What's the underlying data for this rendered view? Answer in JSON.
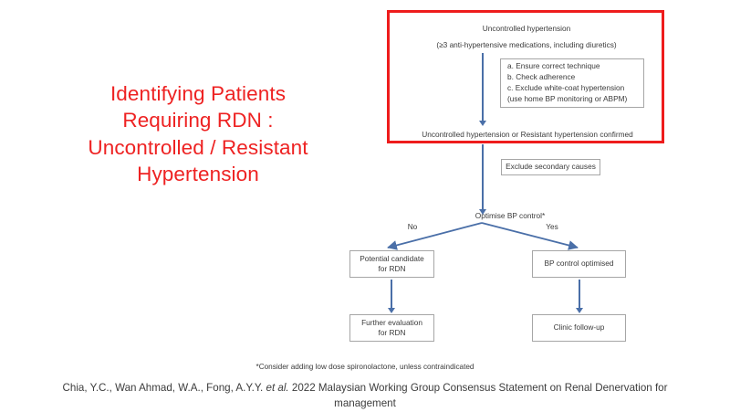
{
  "slide": {
    "title": "Identifying Patients\nRequiring RDN :\nUncontrolled / Resistant\nHypertension",
    "title_color": "#ee2222",
    "accent_connector_color": "#4a6fa8",
    "highlight_border_color": "#ee1c1c",
    "box_border_color": "#a6a6a6"
  },
  "flowchart": {
    "nodes": {
      "uncontrolled_hypertension": "Uncontrolled hypertension",
      "medications_criteria": "(≥3 anti-hypertensive medications, including diuretics)",
      "checklist": "a. Ensure correct technique\nb. Check adherence\nc. Exclude white-coat hypertension\n    (use home BP monitoring or ABPM)",
      "confirmed": "Uncontrolled hypertension or Resistant hypertension confirmed",
      "exclude_secondary": "Exclude secondary causes",
      "optimise_bp": "Optimise BP control*",
      "potential_candidate": "Potential candidate\nfor RDN",
      "bp_optimised": "BP control optimised",
      "further_evaluation": "Further evaluation\nfor RDN",
      "clinic_followup": "Clinic follow-up"
    },
    "branch_labels": {
      "no": "No",
      "yes": "Yes"
    }
  },
  "footnote": "*Consider adding low dose spironolactone, unless contraindicated",
  "citation": {
    "authors": "Chia, Y.C., Wan Ahmad, W.A., Fong, A.Y.Y.",
    "etal": "et al.",
    "rest": "2022 Malaysian Working Group Consensus Statement on Renal Denervation for management"
  }
}
